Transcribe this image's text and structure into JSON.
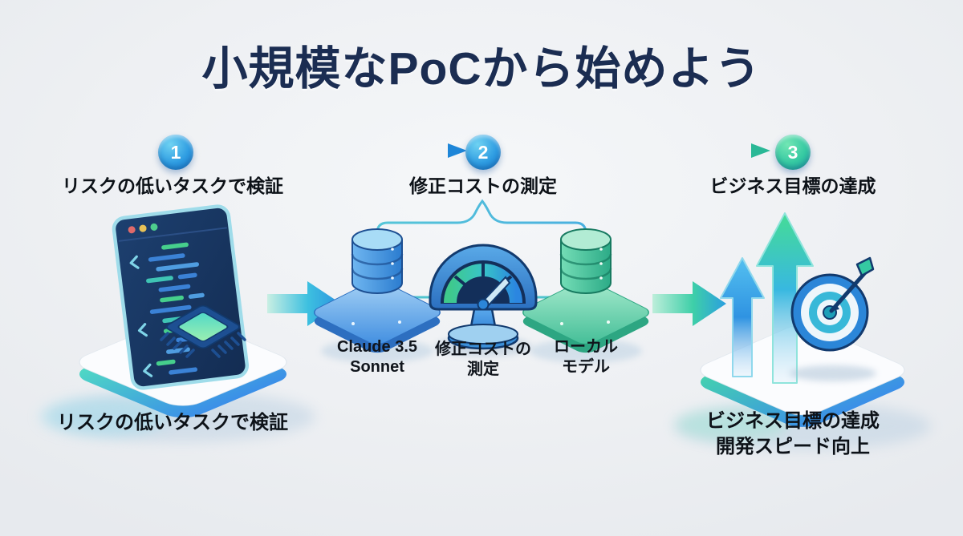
{
  "title": "小規模なPoCから始めよう",
  "steps": [
    {
      "number": "1",
      "label": "リスクの低いタスクで検証"
    },
    {
      "number": "2",
      "label": "修正コストの測定"
    },
    {
      "number": "3",
      "label": "ビジネス目標の達成"
    }
  ],
  "diagram": {
    "model_left": {
      "line1": "Claude 3.5",
      "line2": "Sonnet"
    },
    "gauge_label": {
      "line1": "修正コストの",
      "line2": "測定"
    },
    "model_right": {
      "line1": "ローカル",
      "line2": "モデル"
    }
  },
  "captions": {
    "left": "リスクの低いタスクで検証",
    "right_line1": "ビジネス目標の達成",
    "right_line2": "開発スピード向上"
  },
  "colors": {
    "title_navy": "#1b2d52",
    "text_black": "#0d1218",
    "step_blue": "#2f9de2",
    "step_teal": "#35c9a2",
    "flow_arrow_blue": "#2b93e0",
    "flow_arrow_teal": "#3ecfa8",
    "editor_navy": "#16335e",
    "db_blue": "#3a8fe0",
    "db_green": "#3fc99e"
  }
}
